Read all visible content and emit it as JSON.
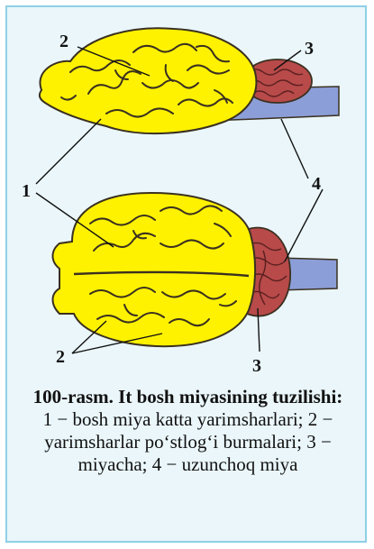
{
  "figure": {
    "title": "100-rasm. It bosh miyasining tuzilishi:",
    "legend": "1 − bosh miya katta yarimsharlari; 2 − yarimsharlar po‘stlog‘i burma­lari; 3 − miyacha; 4 − uzunchoq miya"
  },
  "labels": {
    "top_left": "2",
    "top_right": "3",
    "mid_left": "1",
    "mid_right": "4",
    "bottom_left": "2",
    "bottom_mid": "3"
  },
  "colors": {
    "cerebrum": "#fff200",
    "cerebellum": "#b84a4a",
    "medulla": "#8c9ed8",
    "outline": "#3a3020",
    "frame_bg": "#eaf6fa",
    "frame_border": "#8fd0e6"
  }
}
